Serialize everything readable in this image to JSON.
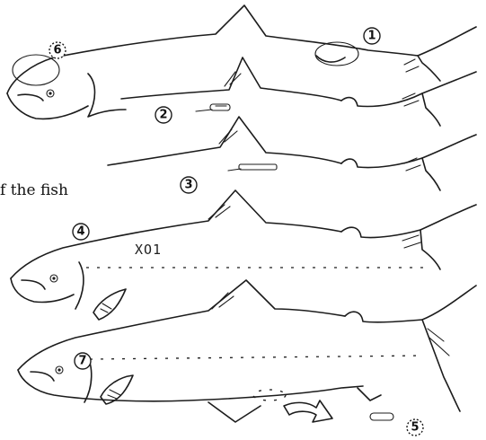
{
  "markers": {
    "m1": "1",
    "m2": "2",
    "m3": "3",
    "m4": "4",
    "m5": "5",
    "m6": "6",
    "m7": "7"
  },
  "tag_text": "XO1",
  "caption": "f the fish"
}
